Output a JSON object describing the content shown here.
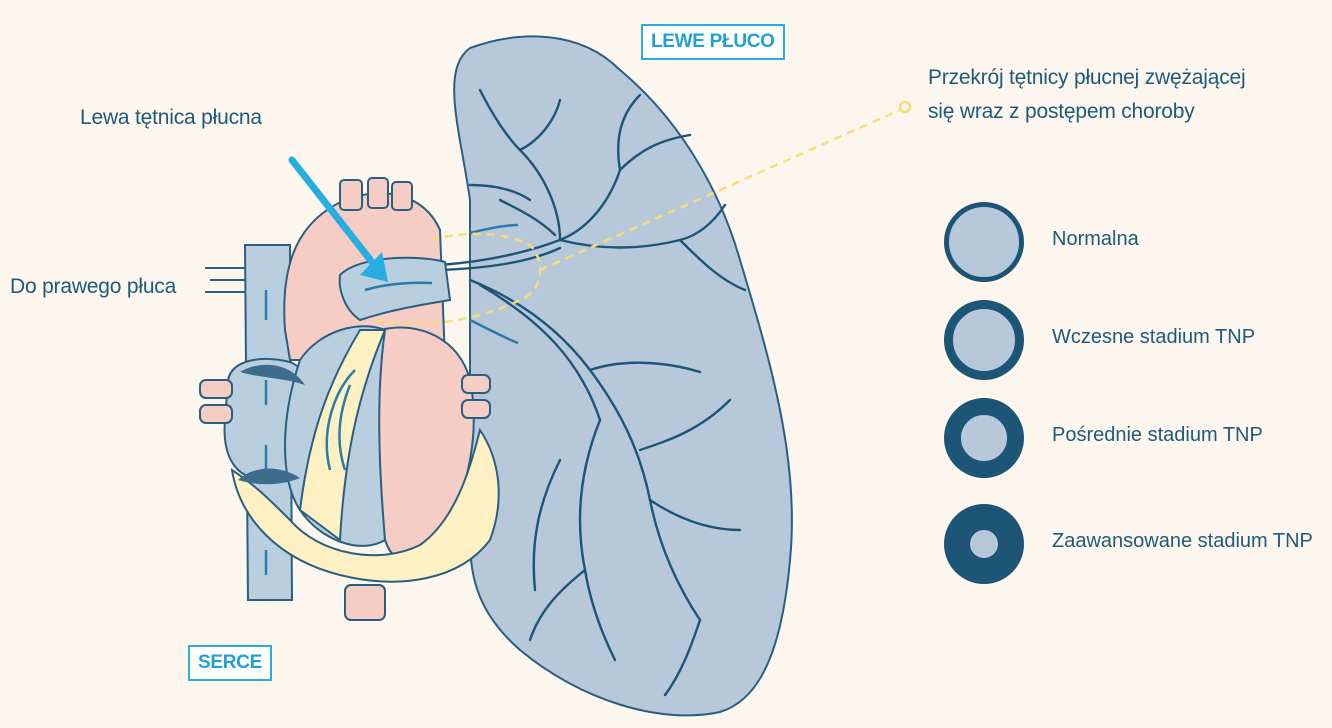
{
  "labels": {
    "lung_title": "LEWE PŁUCO",
    "heart_title": "SERCE",
    "left_pulmonary_artery": "Lewa tętnica płucna",
    "to_right_lung": "Do prawego płuca",
    "cross_section_line1": "Przekrój tętnicy płucnej zwężającej",
    "cross_section_line2": "się wraz z postępem choroby"
  },
  "legend": [
    {
      "label": "Normalna",
      "stage": "normal"
    },
    {
      "label": "Wczesne stadium TNP",
      "stage": "early"
    },
    {
      "label": "Pośrednie stadium TNP",
      "stage": "intermediate"
    },
    {
      "label": "Zaawansowane stadium TNP",
      "stage": "advanced"
    }
  ],
  "colors": {
    "background": "#fdf6ee",
    "lung": "#b7c8db",
    "vessel": "#1d5576",
    "heart_pink": "#f5cdc4",
    "heart_yellow": "#fdf0c2",
    "heart_blue": "#b9cfe0",
    "pointer_arrow": "#27aee0",
    "dashed_line": "#f5dd7a",
    "text": "#1e5a7a"
  }
}
